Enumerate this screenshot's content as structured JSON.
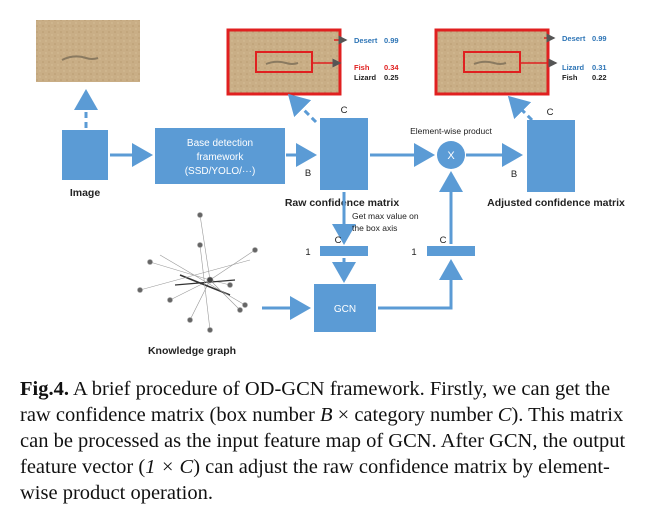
{
  "colors": {
    "accent_blue": "#5B9BD5",
    "dark_blue": "#2E75B6",
    "red_box": "#E02020",
    "sand": "#C9AE86"
  },
  "nodes": {
    "image_label": "Image",
    "base_detection_line1": "Base detection",
    "base_detection_line2": "framework",
    "base_detection_line3": "(SSD/YOLO/···)",
    "raw_matrix_label": "Raw confidence matrix",
    "adjusted_matrix_label": "Adjusted confidence matrix",
    "element_wise_label": "Element-wise product",
    "element_wise_symbol": "X",
    "max_value_line1": "Get max value on",
    "max_value_line2": "the box axis",
    "gcn_label": "GCN",
    "knowledge_graph_label": "Knowledge graph",
    "dim_C": "C",
    "dim_B": "B",
    "dim_1": "1"
  },
  "raw_detection": {
    "top": {
      "name": "Desert",
      "score": "0.99"
    },
    "mid": {
      "name": "Fish",
      "score": "0.34"
    },
    "low": {
      "name": "Lizard",
      "score": "0.25"
    }
  },
  "adjusted_detection": {
    "top": {
      "name": "Desert",
      "score": "0.99"
    },
    "mid": {
      "name": "Lizard",
      "score": "0.31"
    },
    "low": {
      "name": "Fish",
      "score": "0.22"
    }
  },
  "caption": {
    "fig": "Fig.4.",
    "part1": " A brief procedure of OD-GCN framework. Firstly, we can get the raw confidence matrix (box number ",
    "B": "B",
    "times": " × category number ",
    "C": "C",
    "part2": "). This matrix can be processed as the input feature map of GCN. After GCN, the output feature vector (",
    "vec": "1 × C",
    "part3": ") can adjust the raw confidence matrix by element-wise product operation."
  }
}
